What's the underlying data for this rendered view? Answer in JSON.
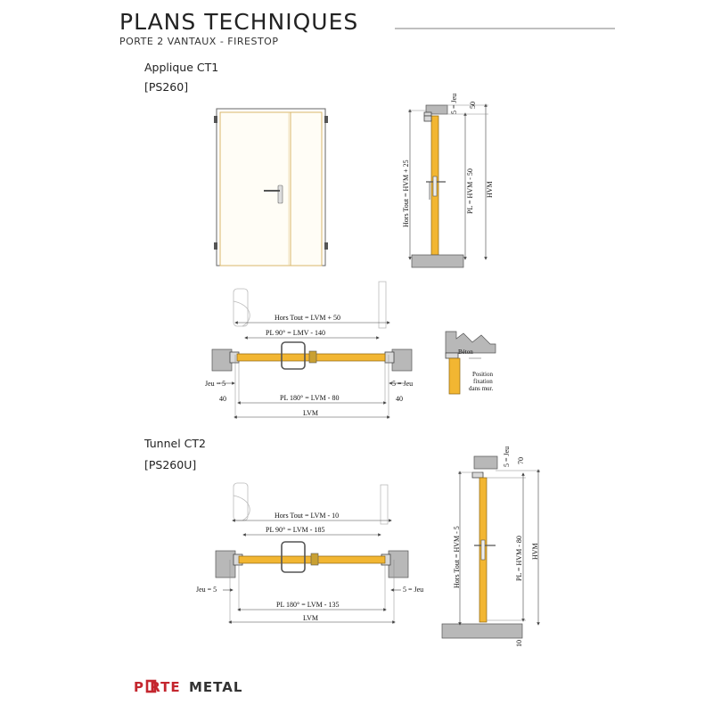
{
  "header": {
    "title": "PLANS TECHNIQUES",
    "subtitle": "PORTE 2 VANTAUX  - FIRESTOP"
  },
  "sections": [
    {
      "name": "Applique CT1",
      "ref": "[PS260]",
      "vertical_labels": {
        "jeu_top": "5 = Jeu",
        "gap_top": "50",
        "hors_tout": "Hors Tout = HVM + 25",
        "pl": "PL = HVM - 50",
        "hvm": "HVM"
      },
      "plan_labels": {
        "hors_tout": "Hors Tout = LVM + 50",
        "pl90": "PL  90° =  LMV - 140",
        "jeu_left": "Jeu = 5",
        "jeu_right": "5 = Jeu",
        "side_left": "40",
        "side_right": "40",
        "pl180": "PL  180° = LVM - 80",
        "lvm": "LVM"
      }
    },
    {
      "name": "Tunnel CT2",
      "ref": "[PS260U]",
      "vertical_labels": {
        "jeu_top": "5 = Jeu",
        "gap_top": "70",
        "hors_tout": "Hors Tout = HVM - 5",
        "pl": "PL = HVM - 80",
        "hvm": "HVM",
        "gap_bottom": "10"
      },
      "plan_labels": {
        "hors_tout": "Hors Tout = LVM - 10",
        "pl90": "PL  90° =  LVM - 185",
        "jeu_left": "Jeu = 5",
        "jeu_right": "5 = Jeu",
        "pl180": "PL  180° = LVM - 135",
        "lvm": "LVM"
      }
    }
  ],
  "detail": {
    "material": "Béton",
    "note_lines": [
      "Position",
      "fixation",
      "dans mur."
    ]
  },
  "logo": {
    "part1": "P RTE",
    "part2": "METAL"
  },
  "colors": {
    "leaf": "#f2b632",
    "wall": "#b8b8b8",
    "logo_red": "#c4262e"
  }
}
